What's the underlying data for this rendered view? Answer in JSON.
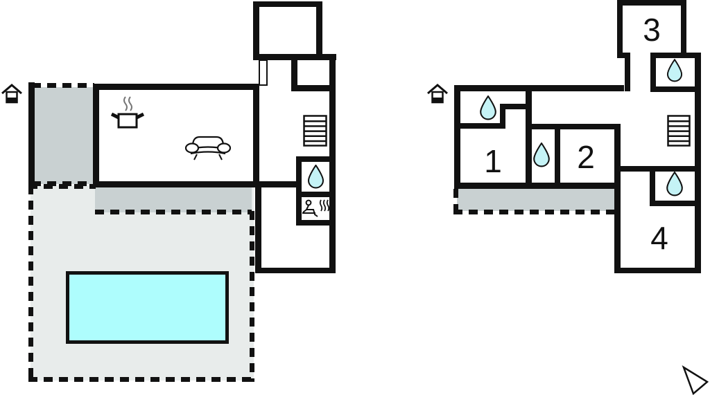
{
  "colors": {
    "wall": "#111111",
    "terrace": "#c9d1d2",
    "patio": "#e8eceb",
    "pool": "#aefdfd",
    "drop_fill": "#c5f3f6",
    "background": "#ffffff"
  },
  "ground_floor": {
    "name": "ground-floor-plan",
    "entrance_icon": "house-icon",
    "kitchen_icon": "cooking-pot-icon",
    "living_icon": "sofa-icon",
    "stairs_icon": "stairs-icon",
    "bathroom_icon": "water-drop-icon",
    "sauna_icon": "sauna-icon",
    "pool": "swimming-pool",
    "terrace": "terrace"
  },
  "upper_floor": {
    "name": "upper-floor-plan",
    "entrance_icon": "house-icon",
    "stairs_icon": "stairs-icon",
    "bathroom_icon": "water-drop-icon",
    "terrace": "terrace",
    "rooms": [
      {
        "label": "1"
      },
      {
        "label": "2"
      },
      {
        "label": "3"
      },
      {
        "label": "4"
      }
    ]
  },
  "compass": {
    "name": "north-arrow-icon"
  }
}
